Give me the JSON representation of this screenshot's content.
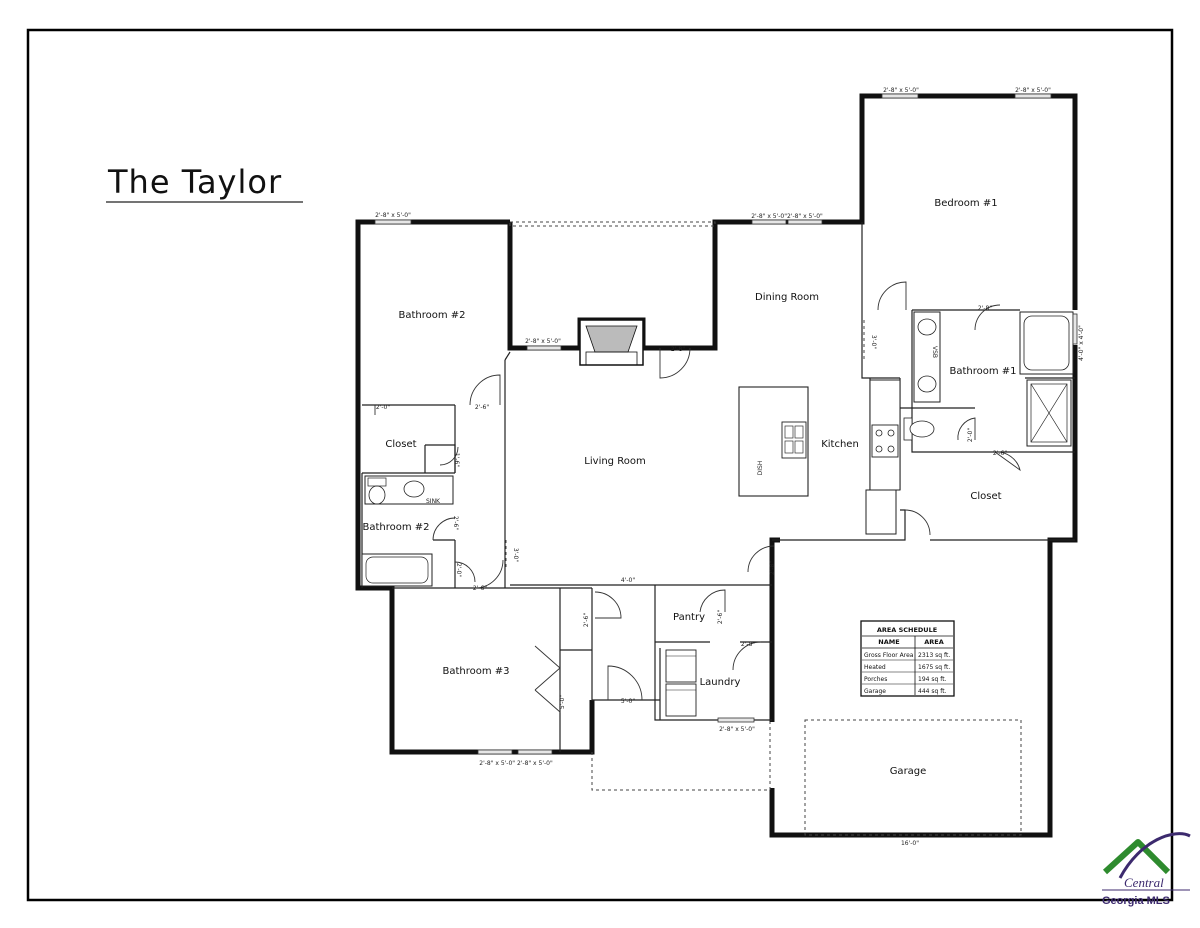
{
  "title": "The Taylor",
  "rooms": {
    "bedroom1": "Bedroom #1",
    "dining": "Dining Room",
    "bathroom1": "Bathroom #1",
    "bathroom2_top": "Bathroom #2",
    "closet_left": "Closet",
    "bathroom2": "Bathroom #2",
    "living": "Living Room",
    "kitchen": "Kitchen",
    "closet_right": "Closet",
    "pantry": "Pantry",
    "laundry": "Laundry",
    "bathroom3": "Bathroom #3",
    "garage": "Garage"
  },
  "dims": {
    "b1_win1": "2'-8\" x 5'-0\"",
    "b1_win2": "2'-8\" x 5'-0\"",
    "dining_win": "2'-8\" x 5'-0\"2'-8\" x 5'-0\"",
    "b2_win": "2'-8\" x 5'-0\"",
    "fireplace_win": "2'-8\" x 5'-0\"",
    "door_28_fire": "2'-8\"",
    "b1_door": "2'-8\"",
    "closet_30": "3'-0\"",
    "vertical_bath1": "4'-0\" x 4'-0\"",
    "closet_20": "2'-0\"",
    "b2_door_20": "2'-0\"",
    "b2_door_26": "2'-6\"",
    "closet_small_16": "1'-6\"",
    "bath_door_26": "2'-6\"",
    "bath1_wc_26": "2'-6\"",
    "bath1_door_20": "2'-0\"",
    "living_30": "3'-0\"",
    "b2_door_lower": "2'-6\"",
    "b2_tub_20": "2'-0\"",
    "hall_40": "4'-0\"",
    "hall_26": "2'-6\"",
    "pantry_26": "2'-6\"",
    "laundry_28": "2'-8\"",
    "kitchen_28": "2'-8\"",
    "entry_50": "5'-0\"",
    "b3_closet_50": "5'-0\"",
    "laundry_win": "2'-8\" x 5'-0\"",
    "b3_win": "2'-8\" x 5'-0\"  2'-8\" x 5'-0\"",
    "garage_16": "16'-0\"",
    "vsb": "VSB",
    "sink_label": "SINK",
    "dw_label": "DISH",
    "b2_sink": "SINK"
  },
  "schedule": {
    "title": "AREA SCHEDULE",
    "headers": [
      "NAME",
      "AREA"
    ],
    "rows": [
      [
        "Gross Floor Area",
        "2313 sq ft."
      ],
      [
        "Heated",
        "1675 sq ft."
      ],
      [
        "Porches",
        "194 sq ft."
      ],
      [
        "Garage",
        "444 sq ft."
      ]
    ]
  },
  "logo": {
    "line1": "Central",
    "line2": "Georgia MLS"
  },
  "colors": {
    "wall": "#111111",
    "logo_green": "#2e8b2e",
    "logo_purple": "#3c2a6e"
  }
}
